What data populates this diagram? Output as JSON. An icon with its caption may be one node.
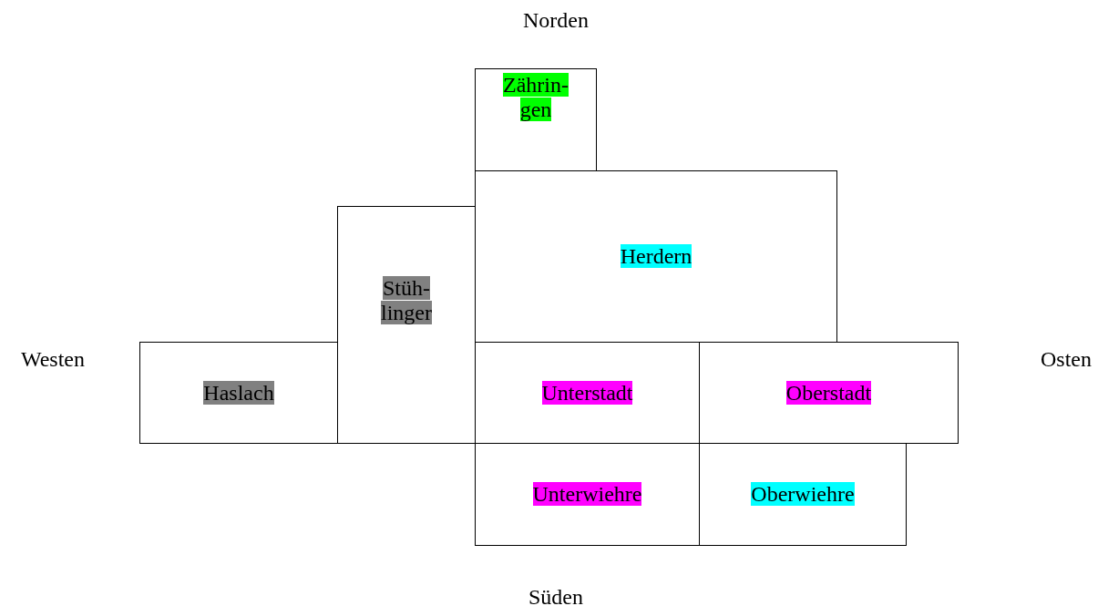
{
  "diagram": {
    "nodes": [
      {
        "text": [
          "Zährin- gen"
        ]
      },
      {
        "text": [
          "Herdern"
        ]
      },
      {
        "text": [
          "Stüh- linger"
        ]
      },
      {
        "text": [
          "Haslach"
        ]
      },
      {
        "text": [
          "Unterstadt"
        ]
      },
      {
        "text": [
          "Oberstadt"
        ]
      },
      {
        "text": [
          "Unterwiehre"
        ]
      },
      {
        "text": [
          "Oberwiehre"
        ]
      }
    ],
    "labels": [
      "Norden",
      "Westen",
      "Osten",
      "Süden"
    ]
  }
}
